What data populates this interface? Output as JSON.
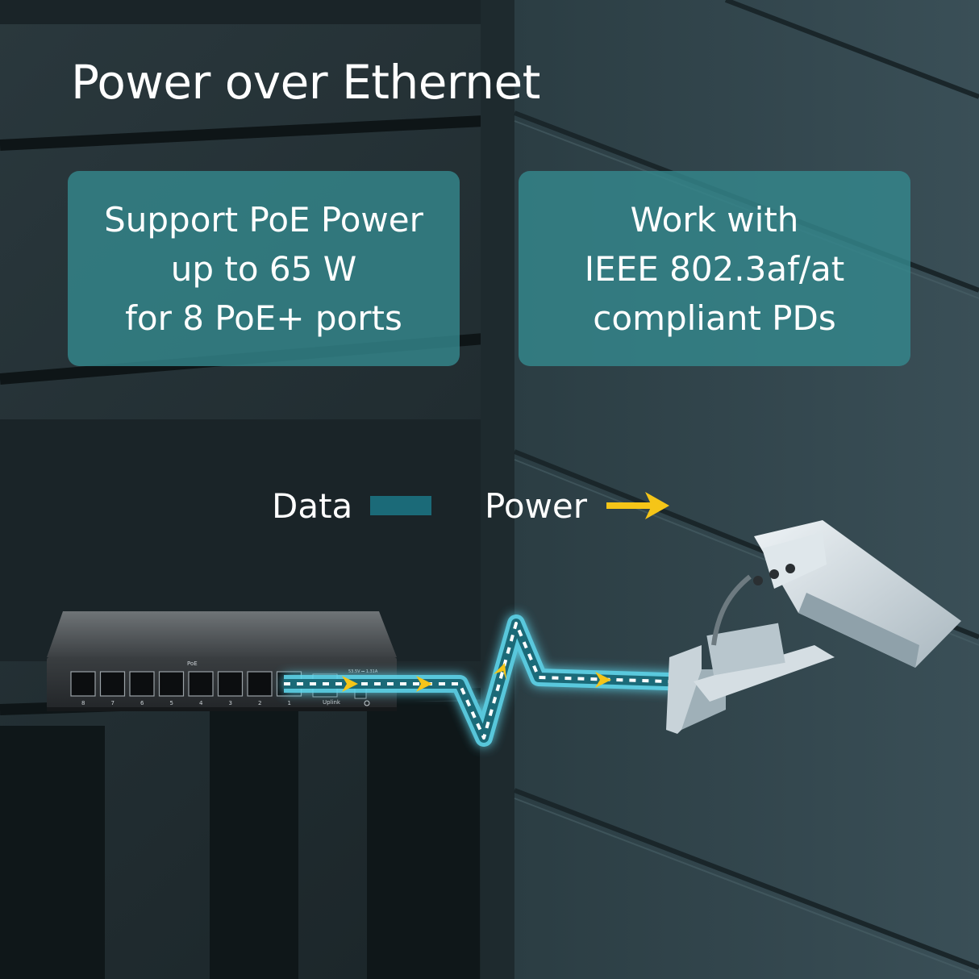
{
  "title": "Power over Ethernet",
  "cards": [
    {
      "lines": [
        "Support PoE Power",
        "up to 65 W",
        "for 8 PoE+ ports"
      ]
    },
    {
      "lines": [
        "Work with",
        "IEEE 802.3af/at",
        "compliant PDs"
      ]
    }
  ],
  "legend": {
    "data_label": "Data",
    "power_label": "Power"
  },
  "switch": {
    "top_label": "PoE",
    "port_numbers": [
      "8",
      "7",
      "6",
      "5",
      "4",
      "3",
      "2",
      "1"
    ],
    "uplink_label": "Uplink",
    "power_rating": "53.5V ⎓ 1.31A"
  },
  "icons": [
    "power-arrow-icon",
    "data-swatch-icon"
  ],
  "colors": {
    "card_bg": "#34888c",
    "data_line": "#1b6a78",
    "power_arrow": "#f5c518",
    "cable_glow": "#5fd8ee",
    "background": "#1c2a2f"
  }
}
